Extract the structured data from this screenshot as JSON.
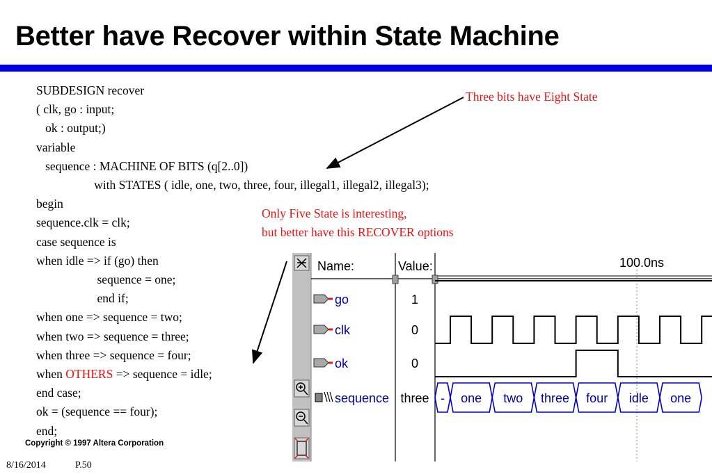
{
  "slide": {
    "title": "Better have Recover within State Machine",
    "accent_color": "#0000ee",
    "note_color": "#ee1111"
  },
  "code": {
    "lines": [
      "SUBDESIGN recover",
      "( clk, go : input;",
      "   ok : output;)",
      "variable",
      "   sequence : MACHINE OF BITS (q[2..0])",
      "                   with STATES ( idle, one, two, three, four, illegal1, illegal2, illegal3);",
      "begin",
      "sequence.clk = clk;",
      "case sequence is",
      "when idle => if (go) then",
      "                    sequence = one;",
      "                    end if;",
      "when one => sequence = two;",
      "when two => sequence = three;",
      "when three => sequence = four;"
    ],
    "others_prefix": "when ",
    "others_keyword": "OTHERS",
    "others_suffix": " => sequence = idle;",
    "tail_lines": [
      "end case;",
      "ok = (sequence == four);",
      "end;"
    ]
  },
  "notes": {
    "three_bits": "Three bits have Eight State",
    "five_state_line1": "Only Five State is interesting,",
    "five_state_line2": "but better have this RECOVER options"
  },
  "waveform": {
    "header_name": "Name:",
    "header_value": "Value:",
    "time_marker": "100.0ns",
    "signals": [
      {
        "name": "go",
        "value": "1",
        "icon": "input-pin-icon"
      },
      {
        "name": "clk",
        "value": "0",
        "icon": "input-pin-icon"
      },
      {
        "name": "ok",
        "value": "0",
        "icon": "output-pin-icon"
      },
      {
        "name": "sequence",
        "value": "three",
        "icon": "bus-icon"
      }
    ],
    "sequence_states": [
      "-",
      "one",
      "two",
      "three",
      "four",
      "idle",
      "one"
    ],
    "ok_high_segments": [
      [
        4,
        5
      ]
    ],
    "toolbar_icons": [
      "select-tool-icon",
      "zoom-in-icon",
      "zoom-out-icon",
      "fit-window-icon"
    ]
  },
  "footer": {
    "copyright": "Copyright © 1997 Altera Corporation",
    "date": "8/16/2014",
    "page": "P.50"
  }
}
